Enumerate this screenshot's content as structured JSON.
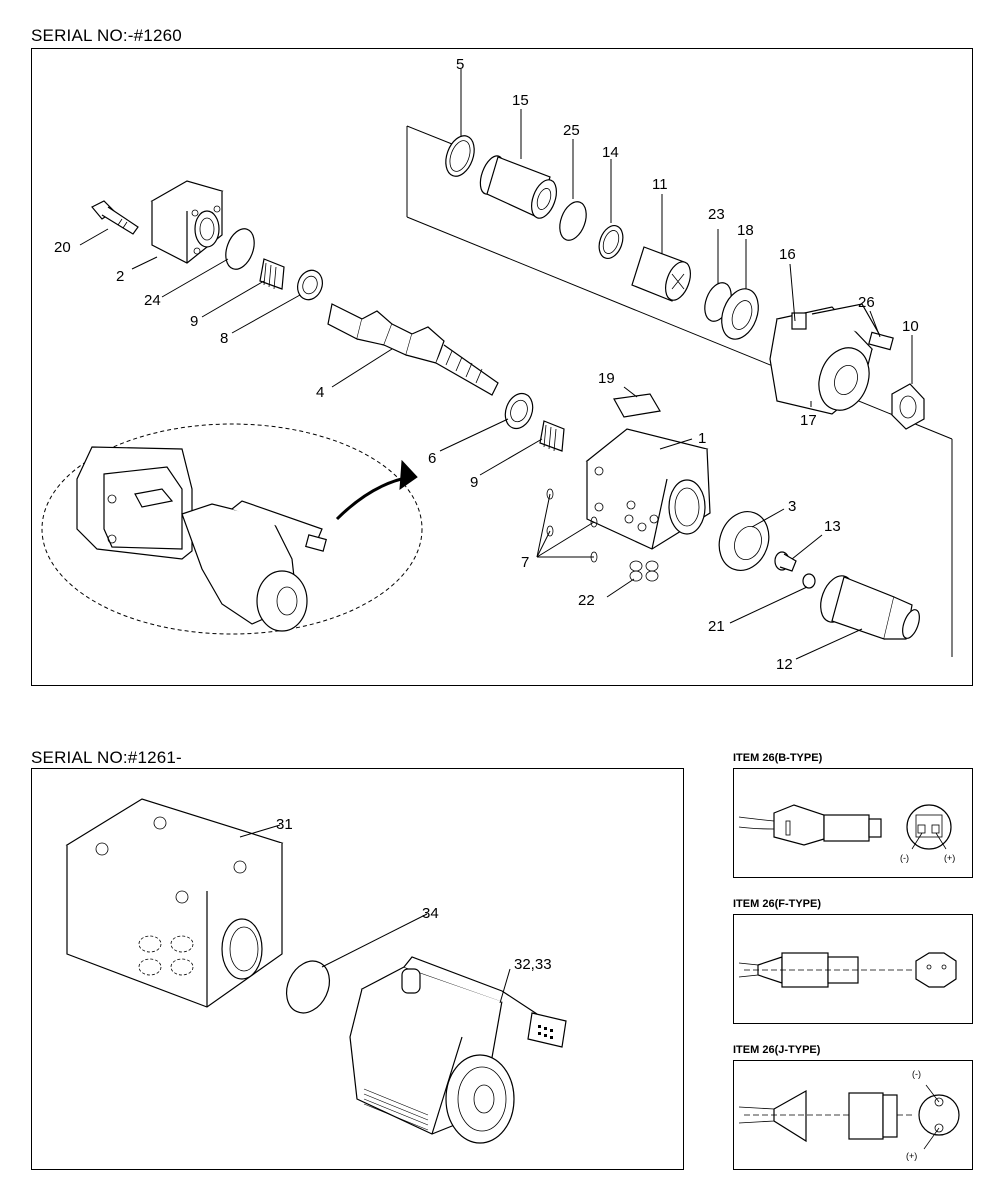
{
  "sections": {
    "top_title": "SERIAL NO:-#1260",
    "bottom_title": "SERIAL NO:#1261-"
  },
  "top_callouts": [
    {
      "id": "c5",
      "label": "5"
    },
    {
      "id": "c15",
      "label": "15"
    },
    {
      "id": "c25",
      "label": "25"
    },
    {
      "id": "c14",
      "label": "14"
    },
    {
      "id": "c11",
      "label": "11"
    },
    {
      "id": "c23",
      "label": "23"
    },
    {
      "id": "c18",
      "label": "18"
    },
    {
      "id": "c16",
      "label": "16"
    },
    {
      "id": "c26",
      "label": "26"
    },
    {
      "id": "c10",
      "label": "10"
    },
    {
      "id": "c17",
      "label": "17"
    },
    {
      "id": "c20",
      "label": "20"
    },
    {
      "id": "c2",
      "label": "2"
    },
    {
      "id": "c24",
      "label": "24"
    },
    {
      "id": "c9a",
      "label": "9"
    },
    {
      "id": "c8",
      "label": "8"
    },
    {
      "id": "c4",
      "label": "4"
    },
    {
      "id": "c19",
      "label": "19"
    },
    {
      "id": "c1",
      "label": "1"
    },
    {
      "id": "c6",
      "label": "6"
    },
    {
      "id": "c9b",
      "label": "9"
    },
    {
      "id": "c3",
      "label": "3"
    },
    {
      "id": "c13",
      "label": "13"
    },
    {
      "id": "c7",
      "label": "7"
    },
    {
      "id": "c22",
      "label": "22"
    },
    {
      "id": "c21",
      "label": "21"
    },
    {
      "id": "c12",
      "label": "12"
    }
  ],
  "bottom_callouts": [
    {
      "id": "c31",
      "label": "31"
    },
    {
      "id": "c34",
      "label": "34"
    },
    {
      "id": "c3233",
      "label": "32,33"
    }
  ],
  "connectors": [
    {
      "id": "b",
      "title": "ITEM 26(B-TYPE)",
      "neg": "(-)",
      "pos": "(+)"
    },
    {
      "id": "f",
      "title": "ITEM 26(F-TYPE)"
    },
    {
      "id": "j",
      "title": "ITEM 26(J-TYPE)",
      "neg": "(-)",
      "pos": "(+)"
    }
  ]
}
